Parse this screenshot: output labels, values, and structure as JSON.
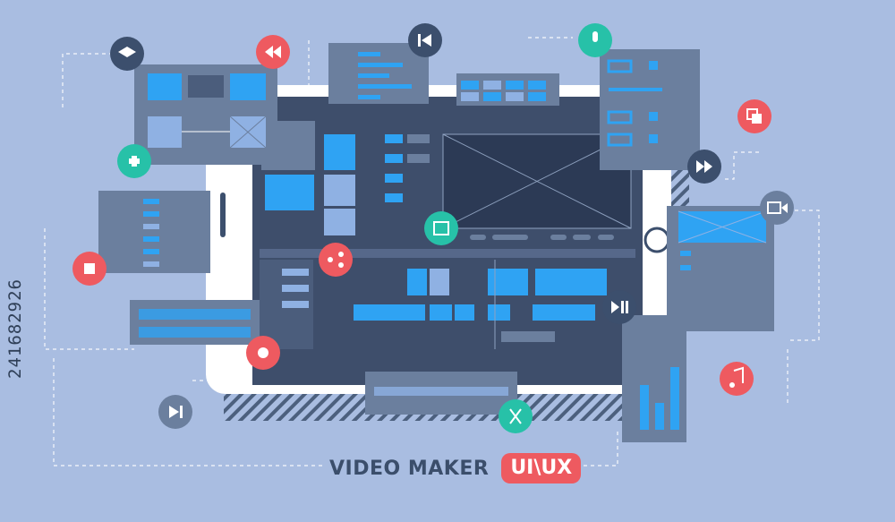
{
  "title": "VIDEO MAKER",
  "badge": "UI\\UX",
  "stock_id": "241682926",
  "colors": {
    "background": "#a9bde1",
    "panel": "#6b7f9e",
    "panel_dark": "#4b5d7c",
    "screen": "#3e4e6b",
    "accent_blue": "#2fa3f3",
    "light_blue": "#8fb1e3",
    "red": "#ee5a60",
    "teal": "#27c1a8",
    "navy": "#3c4f6d"
  },
  "icons": [
    "layers-icon",
    "rewind-icon",
    "skip-back-icon",
    "microphone-icon",
    "copy-icon",
    "fast-forward-icon",
    "camera-icon",
    "plus-icon",
    "stop-icon",
    "share-icon",
    "fullscreen-icon",
    "record-icon",
    "play-pause-icon",
    "music-icon",
    "scissors-icon",
    "skip-forward-icon"
  ]
}
